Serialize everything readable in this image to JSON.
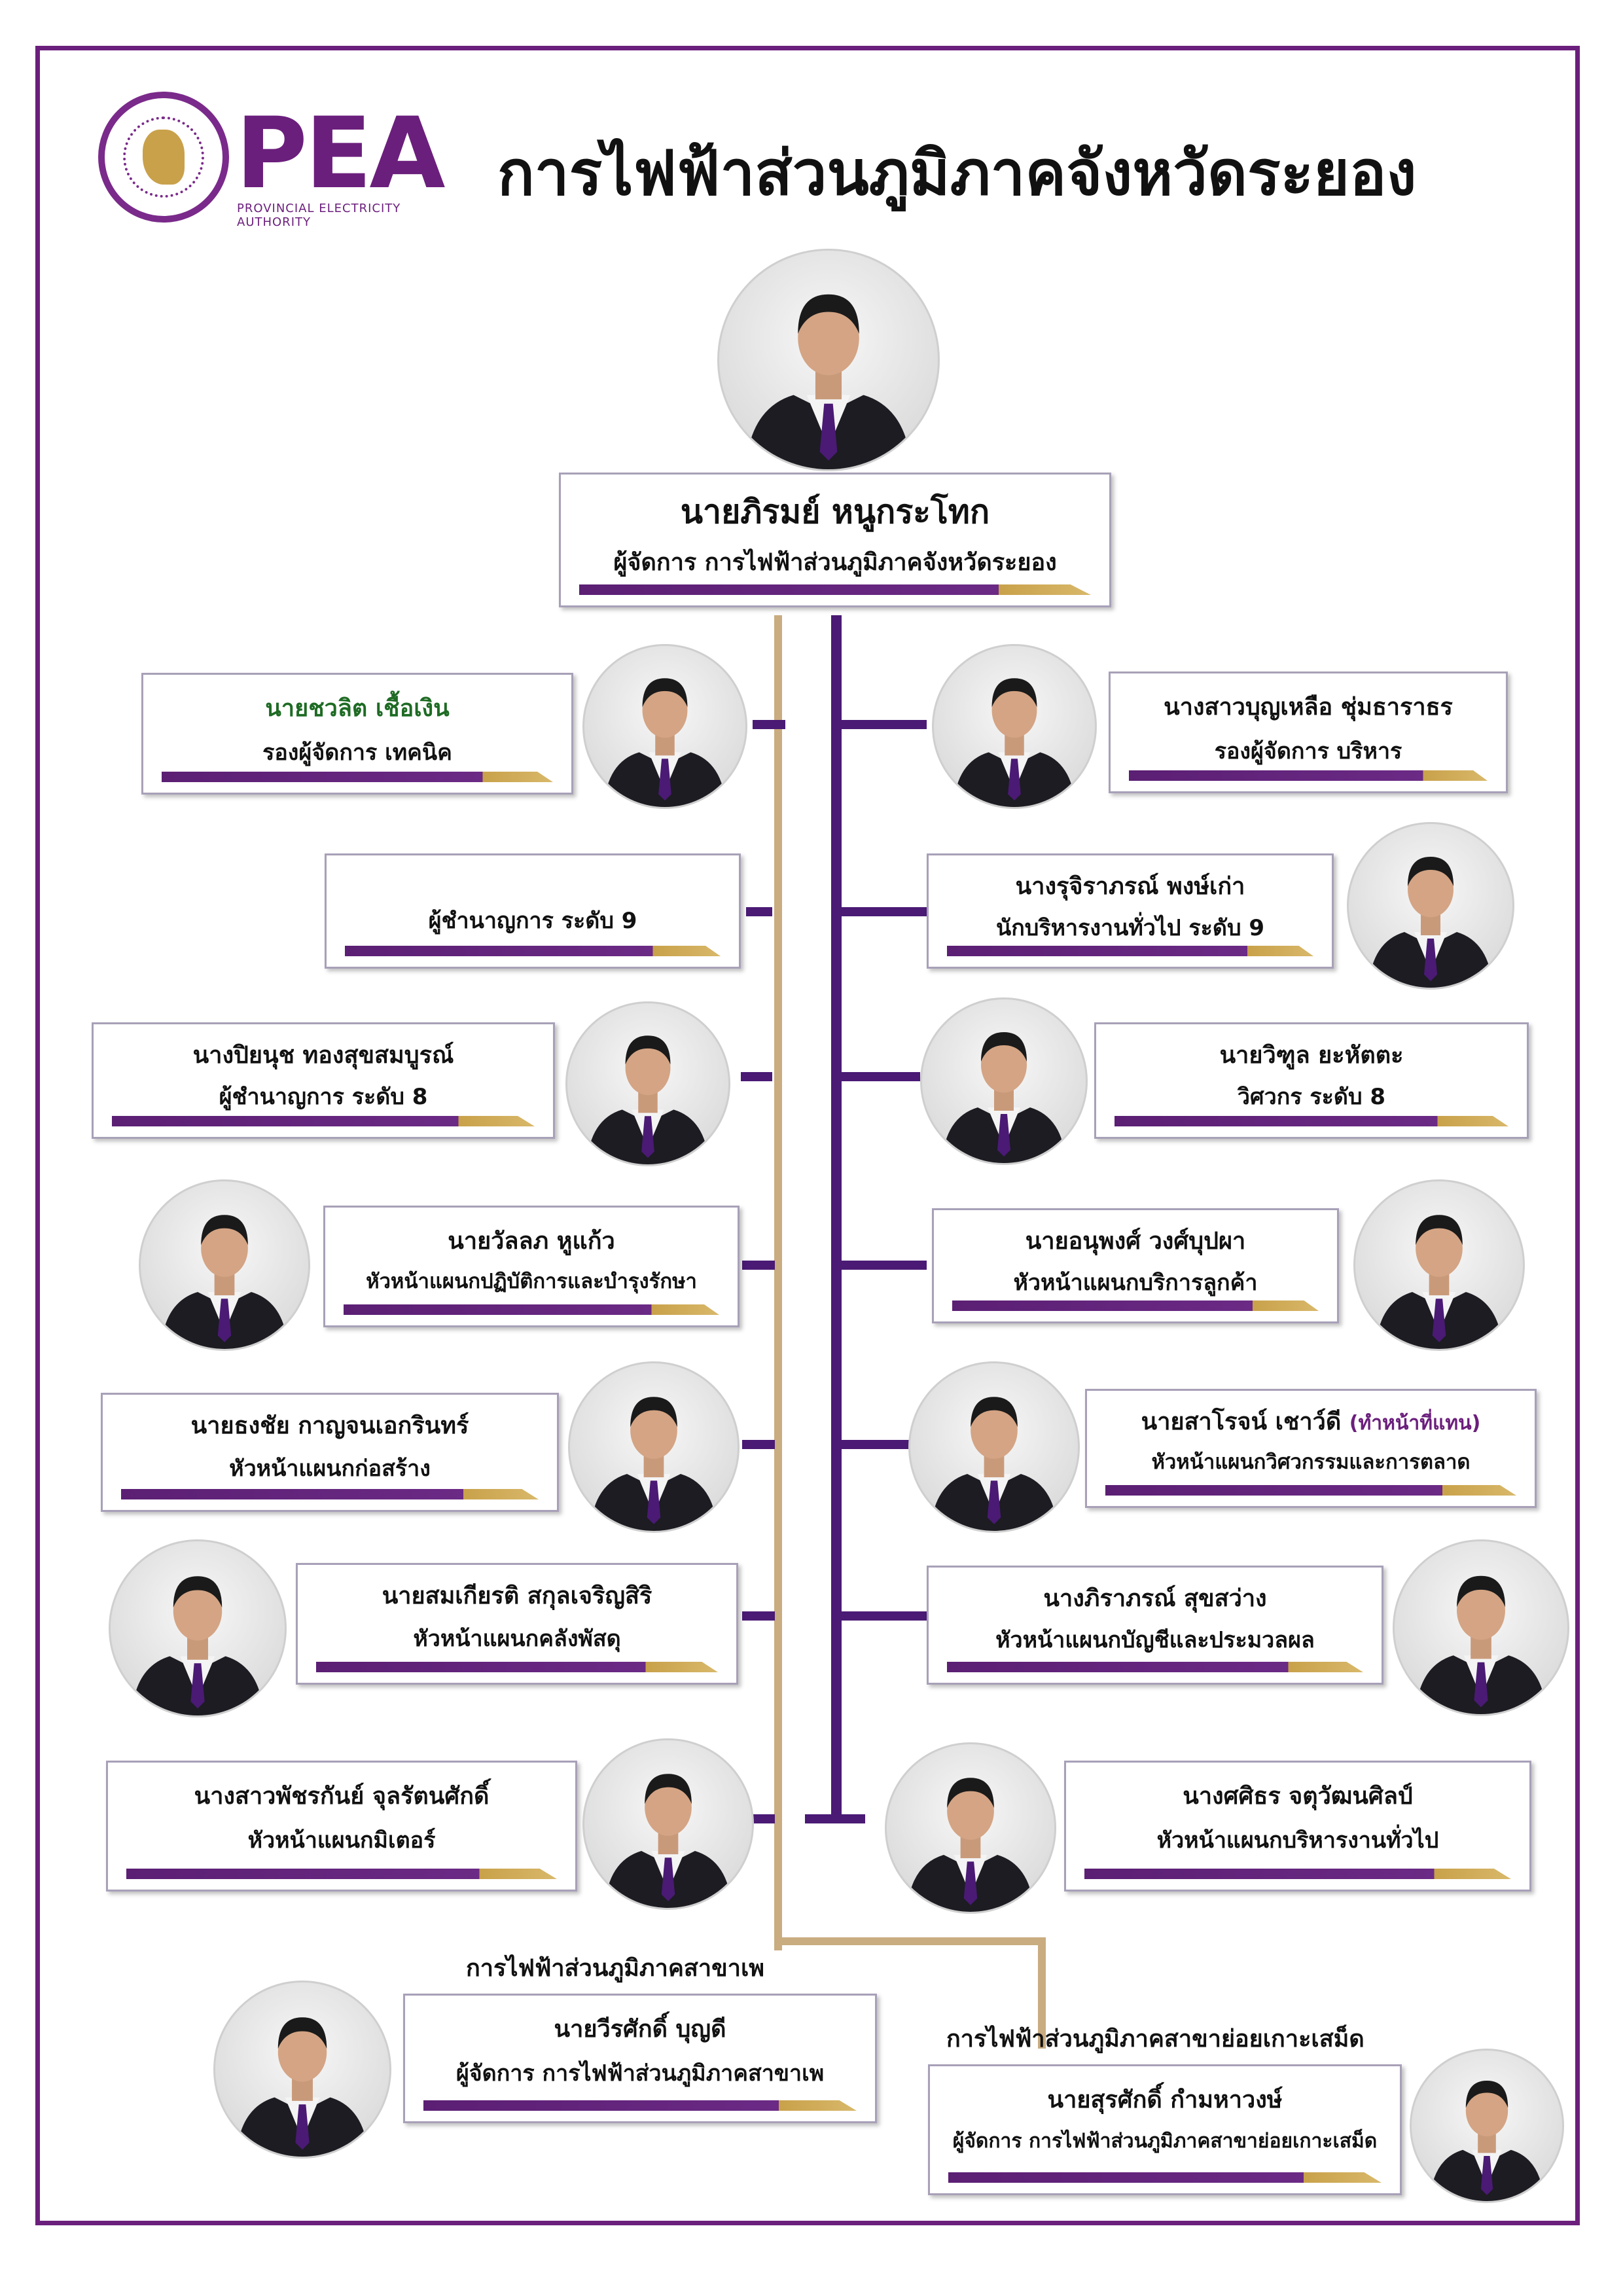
{
  "logo": {
    "text": "PEA",
    "subtitle": "PROVINCIAL ELECTRICITY AUTHORITY"
  },
  "title": "การไฟฟ้าส่วนภูมิภาคจังหวัดระยอง",
  "colors": {
    "frame": "#6b1f7c",
    "accent_purple": "#4a1a74",
    "connector_tan": "#c9ac80",
    "gold": "#c9a14a",
    "name_green": "#1e6b24"
  },
  "manager": {
    "name": "นายภิรมย์  หนูกระโทก",
    "role": "ผู้จัดการ การไฟฟ้าส่วนภูมิภาคจังหวัดระยอง"
  },
  "left": [
    {
      "name": "นายชวลิต  เชื้อเงิน",
      "role": "รองผู้จัดการ เทคนิค"
    },
    {
      "name": "",
      "role": "ผู้ชำนาญการ  ระดับ 9"
    },
    {
      "name": "นางปิยนุช  ทองสุขสมบูรณ์",
      "role": "ผู้ชำนาญการ  ระดับ 8"
    },
    {
      "name": "นายวัลลภ  หูแก้ว",
      "role": "หัวหน้าแผนกปฏิบัติการและบำรุงรักษา"
    },
    {
      "name": "นายธงชัย  กาญจนเอกรินทร์",
      "role": "หัวหน้าแผนกก่อสร้าง"
    },
    {
      "name": "นายสมเกียรติ  สกุลเจริญสิริ",
      "role": "หัวหน้าแผนกคลังพัสดุ"
    },
    {
      "name": "นางสาวพัชรกันย์  จุลรัตนศักดิ์",
      "role": "หัวหน้าแผนกมิเตอร์"
    }
  ],
  "right": [
    {
      "name": "นางสาวบุญเหลือ  ชุ่มธาราธร",
      "role": "รองผู้จัดการ บริหาร"
    },
    {
      "name": "นางรุจิราภรณ์  พงษ์เก่า",
      "role": "นักบริหารงานทั่วไป  ระดับ 9"
    },
    {
      "name": "นายวิฑูล  ยะหัตตะ",
      "role": "วิศวกร ระดับ 8"
    },
    {
      "name": "นายอนุพงศ์  วงศ์บุปผา",
      "role": "หัวหน้าแผนกบริการลูกค้า"
    },
    {
      "name": "นายสาโรจน์  เชาว์ดี",
      "acting": "(ทำหน้าที่แทน)",
      "role": "หัวหน้าแผนกวิศวกรรมและการตลาด"
    },
    {
      "name": "นางภิราภรณ์  สุขสว่าง",
      "role": "หัวหน้าแผนกบัญชีและประมวลผล"
    },
    {
      "name": "นางศศิธร  จตุวัฒนศิลป์",
      "role": "หัวหน้าแผนกบริหารงานทั่วไป"
    }
  ],
  "branches": [
    {
      "label": "การไฟฟ้าส่วนภูมิภาคสาขาเพ",
      "name": "นายวีรศักดิ์  บุญดี",
      "role": "ผู้จัดการ การไฟฟ้าส่วนภูมิภาคสาขาเพ"
    },
    {
      "label": "การไฟฟ้าส่วนภูมิภาคสาขาย่อยเกาะเสม็ด",
      "name": "นายสุรศักดิ์  กำมหาวงษ์",
      "role": "ผู้จัดการ การไฟฟ้าส่วนภูมิภาคสาขาย่อยเกาะเสม็ด"
    }
  ]
}
